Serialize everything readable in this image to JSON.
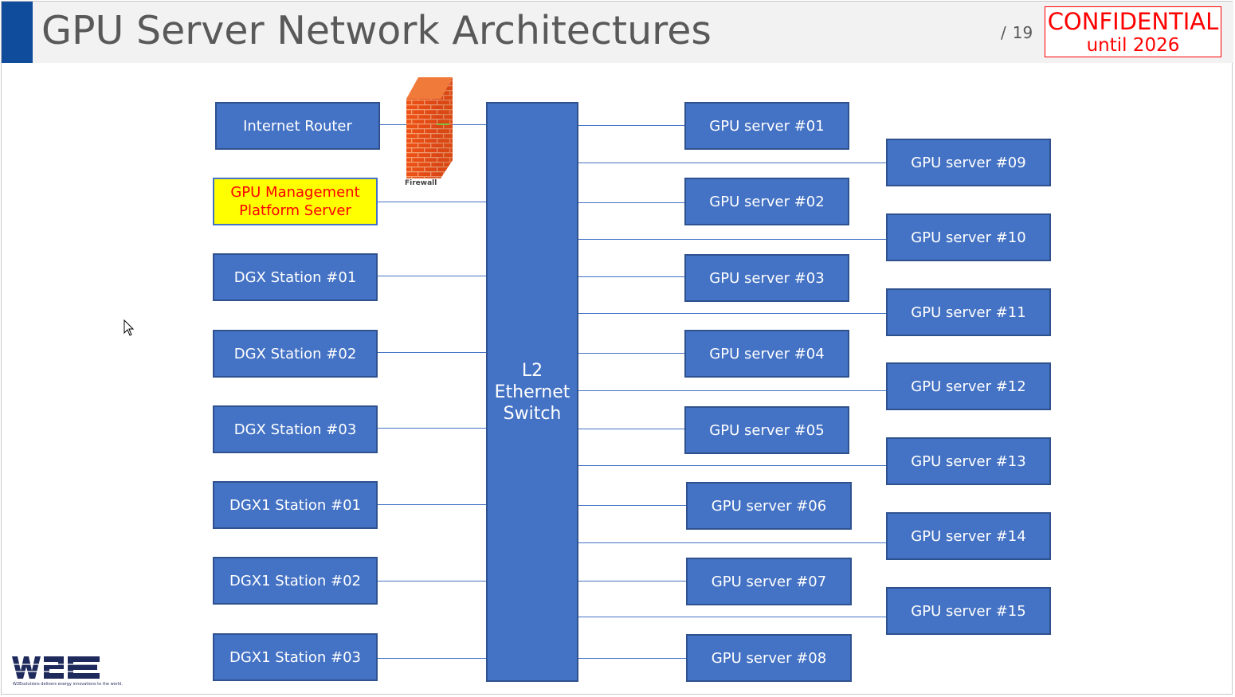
{
  "slide": {
    "title": "GPU Server Network Architectures",
    "page_slash": "/",
    "page_number": "19",
    "confidential_line1": "CONFIDENTIAL",
    "confidential_line2": "until 2026"
  },
  "diagram": {
    "switch_label": [
      "L2",
      "Ethernet",
      "Switch"
    ],
    "firewall_label": "Firewall",
    "left_nodes": {
      "internet_router": "Internet Router",
      "mgmt_line1": "GPU Management",
      "mgmt_line2": "Platform Server",
      "dgx_station_01": "DGX Station #01",
      "dgx_station_02": "DGX Station #02",
      "dgx_station_03": "DGX Station #03",
      "dgx1_station_01": "DGX1 Station #01",
      "dgx1_station_02": "DGX1 Station #02",
      "dgx1_station_03": "DGX1 Station #03"
    },
    "gpu_servers": [
      "GPU server #01",
      "GPU server #02",
      "GPU server #03",
      "GPU server #04",
      "GPU server #05",
      "GPU server #06",
      "GPU server #07",
      "GPU server #08",
      "GPU server #09",
      "GPU server #10",
      "GPU server #11",
      "GPU server #12",
      "GPU server #13",
      "GPU server #14",
      "GPU server #15"
    ]
  },
  "logo": {
    "text": "W2E",
    "tagline": "W2Esolutions delivers energy innovations to the world."
  },
  "colors": {
    "node_fill": "#4472c4",
    "node_border": "#2f528f",
    "management_fill": "#ffff00",
    "management_text": "#ff0000",
    "title_accent": "#0f4c9c",
    "confidential": "#ff0000"
  }
}
